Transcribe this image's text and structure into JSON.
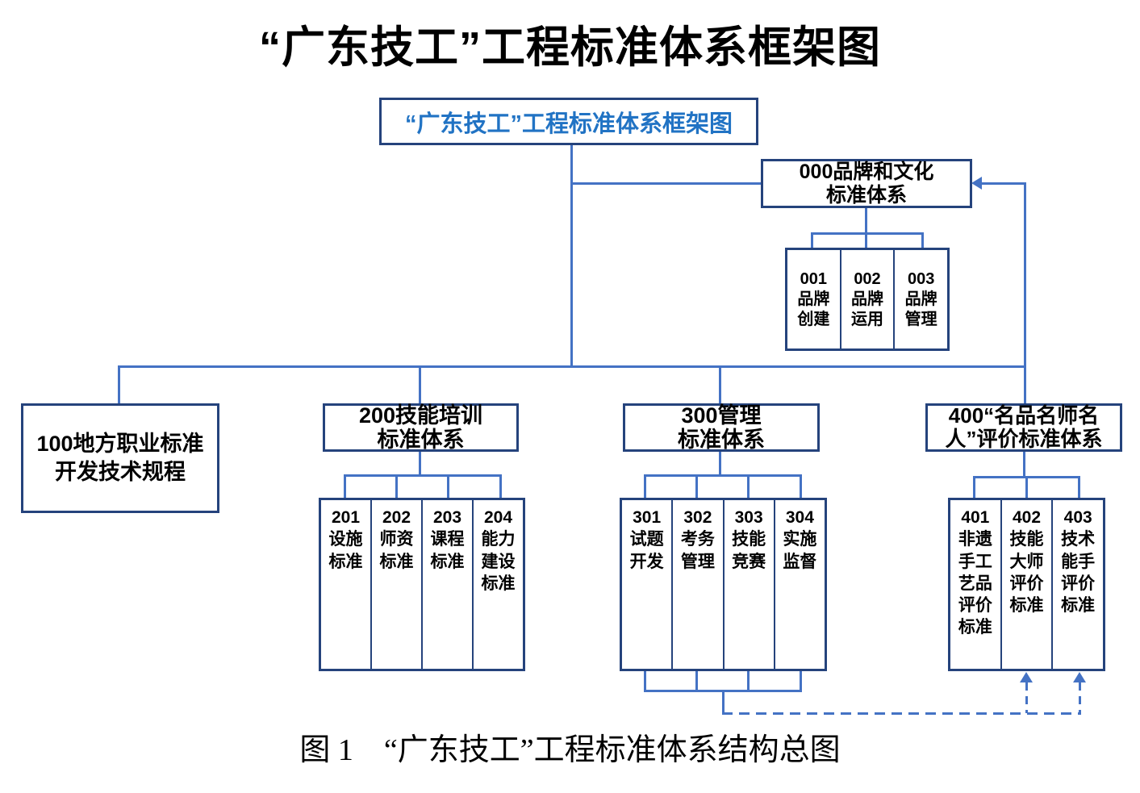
{
  "title": "“广东技工”工程标准体系框架图",
  "caption": "图 1　“广东技工”工程标准体系结构总图",
  "colors": {
    "line": "#4472C4",
    "box_border": "#25437C",
    "root_text": "#2173C4",
    "text": "#000000"
  },
  "nodes": {
    "root": [
      "“广东技工”工程标准体系框架图"
    ],
    "n000": [
      "000品牌和文化",
      "标准体系"
    ],
    "n001": [
      "001",
      "品牌",
      "创建"
    ],
    "n002": [
      "002",
      "品牌",
      "运用"
    ],
    "n003": [
      "003",
      "品牌",
      "管理"
    ],
    "n100": [
      "100地方职业标准",
      "开发技术规程"
    ],
    "n200": [
      "200技能培训",
      "标准体系"
    ],
    "n201": [
      "201",
      "设施",
      "标准"
    ],
    "n202": [
      "202",
      "师资",
      "标准"
    ],
    "n203": [
      "203",
      "课程",
      "标准"
    ],
    "n204": [
      "204",
      "能力",
      "建设",
      "标准"
    ],
    "n300": [
      "300管理",
      "标准体系"
    ],
    "n301": [
      "301",
      "试题",
      "开发"
    ],
    "n302": [
      "302",
      "考务",
      "管理"
    ],
    "n303": [
      "303",
      "技能",
      "竞赛"
    ],
    "n304": [
      "304",
      "实施",
      "监督"
    ],
    "n400": [
      "400“名品名师名",
      "人”评价标准体系"
    ],
    "n401": [
      "401",
      "非遗",
      "手工",
      "艺品",
      "评价",
      "标准"
    ],
    "n402": [
      "402",
      "技能",
      "大师",
      "评价",
      "标准"
    ],
    "n403": [
      "403",
      "技术",
      "能手",
      "评价",
      "标准"
    ]
  }
}
